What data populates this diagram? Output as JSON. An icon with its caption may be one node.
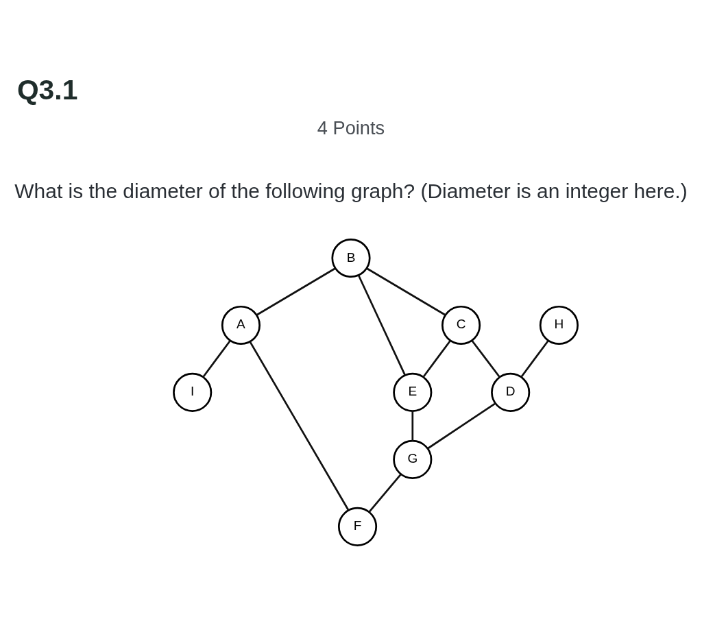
{
  "diagram": {
    "title": "Q3.1",
    "nodes": [
      {
        "text": [
          "B"
        ]
      },
      {
        "text": [
          "A"
        ]
      },
      {
        "text": [
          "C"
        ]
      },
      {
        "text": [
          "H"
        ]
      },
      {
        "text": [
          "E"
        ]
      },
      {
        "text": [
          "I"
        ]
      },
      {
        "text": [
          "D"
        ]
      },
      {
        "text": [
          "G"
        ]
      },
      {
        "text": [
          "F"
        ]
      }
    ],
    "edges": [
      {
        "from": 0,
        "to": 1,
        "arrow": "none"
      },
      {
        "from": 0,
        "to": 2,
        "arrow": "none"
      },
      {
        "from": 0,
        "to": 4,
        "arrow": "none"
      },
      {
        "from": 1,
        "to": 5,
        "arrow": "none"
      },
      {
        "from": 1,
        "to": 8,
        "arrow": "none"
      },
      {
        "from": 2,
        "to": 4,
        "arrow": "none"
      },
      {
        "from": 2,
        "to": 6,
        "arrow": "none"
      },
      {
        "from": 3,
        "to": 6,
        "arrow": "none"
      },
      {
        "from": 4,
        "to": 7,
        "arrow": "none"
      },
      {
        "from": 6,
        "to": 7,
        "arrow": "none"
      },
      {
        "from": 7,
        "to": 8,
        "arrow": "none"
      }
    ],
    "labels": [
      "4 Points",
      "What is the diameter of the following graph? (Diameter is an integer here.)"
    ]
  }
}
